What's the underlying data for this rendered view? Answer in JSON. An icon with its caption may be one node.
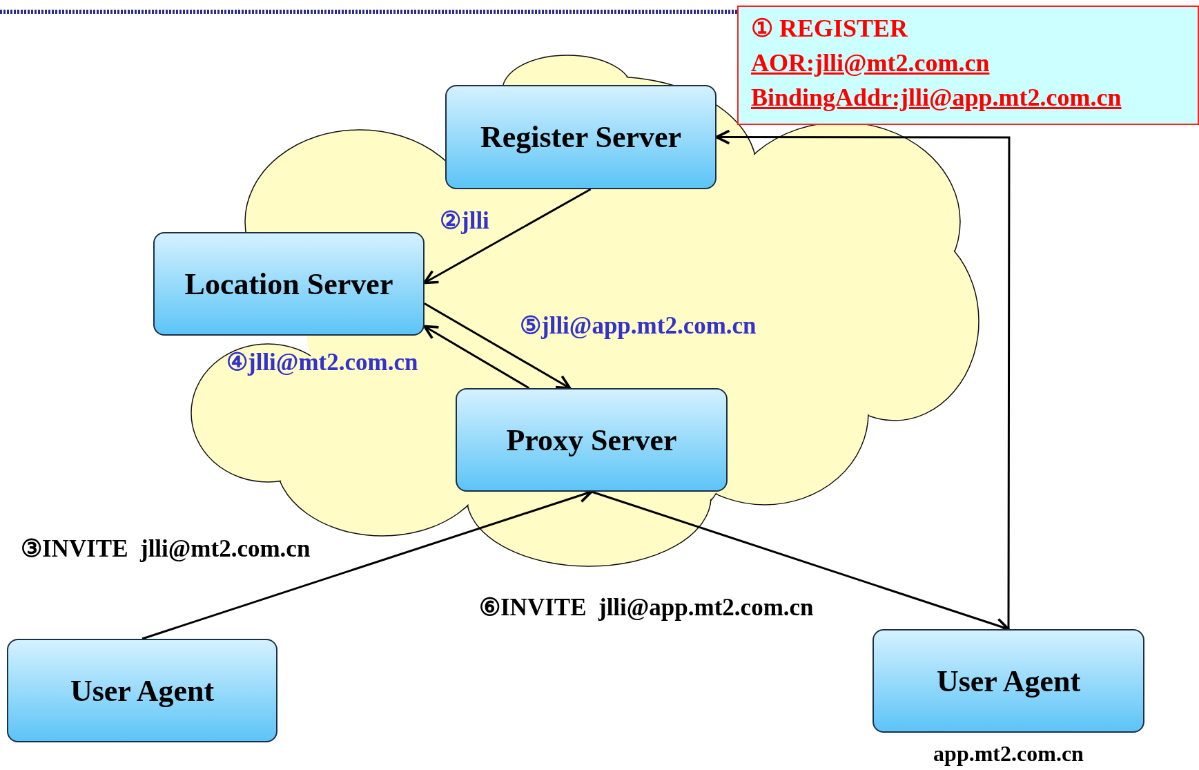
{
  "diagram": {
    "nodes": [
      {
        "text": [],
        "shape": "cloud"
      },
      {
        "text": [
          "Register Server"
        ],
        "in": 0
      },
      {
        "text": [
          "Location Server"
        ],
        "in": 0
      },
      {
        "text": [
          "Proxy Server"
        ],
        "in": 0
      },
      {
        "text": [
          "User Agent"
        ]
      },
      {
        "text": [
          "User Agent"
        ],
        "beside": [
          "app.mt2.com.cn"
        ]
      },
      {
        "text": [
          "① REGISTER",
          "AOR:jlli@mt2.com.cn",
          "BindingAddr:jlli@app.mt2.com.cn"
        ]
      }
    ],
    "edges": [
      {
        "from": 5,
        "to": 1,
        "arrow": "to"
      },
      {
        "from": 1,
        "to": 2,
        "arrow": "to",
        "label": "②jlli"
      },
      {
        "from": 2,
        "to": 3,
        "arrow": "to",
        "label": "⑤jlli@app.mt2.com.cn"
      },
      {
        "from": 3,
        "to": 2,
        "arrow": "to",
        "label": "④jlli@mt2.com.cn"
      },
      {
        "from": 4,
        "to": 3,
        "arrow": "to",
        "label": "③INVITE  jlli@mt2.com.cn"
      },
      {
        "from": 3,
        "to": 5,
        "arrow": "to",
        "label": "⑥INVITE  jlli@app.mt2.com.cn"
      }
    ]
  }
}
